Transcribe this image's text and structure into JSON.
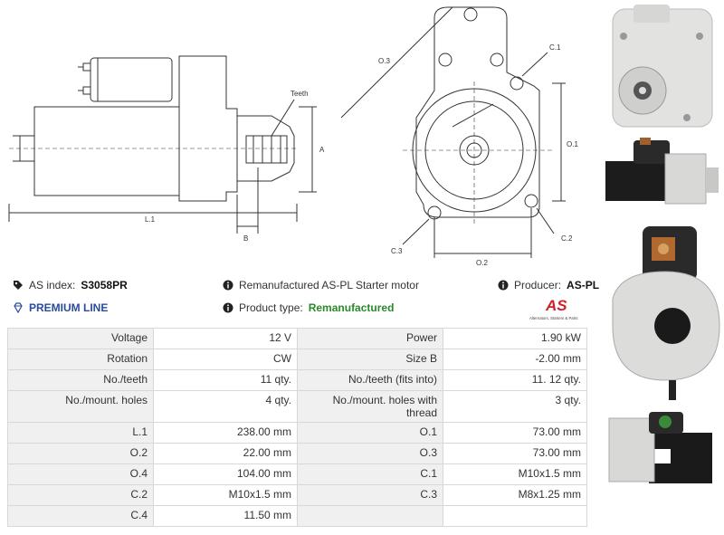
{
  "drawing": {
    "labels": {
      "teeth": "Teeth",
      "a": "A",
      "b": "B",
      "l1": "L.1",
      "o3": "O.3",
      "c1": "C.1",
      "o1": "O.1",
      "c2": "C.2",
      "c3": "C.3",
      "o2": "O.2"
    }
  },
  "info": {
    "as_index_label": "AS index:",
    "as_index_value": "S3058PR",
    "premium": "PREMIUM LINE",
    "description": "Remanufactured AS-PL Starter motor",
    "product_type_label": "Product type:",
    "product_type_value": "Remanufactured",
    "producer_label": "Producer:",
    "producer_value": "AS-PL",
    "logo_text": "AS",
    "logo_sub": "Alternators, Starters & Parts"
  },
  "specs": [
    {
      "l1": "Voltage",
      "v1": "12 V",
      "l2": "Power",
      "v2": "1.90 kW"
    },
    {
      "l1": "Rotation",
      "v1": "CW",
      "l2": "Size B",
      "v2": "-2.00 mm"
    },
    {
      "l1": "No./teeth",
      "v1": "11 qty.",
      "l2": "No./teeth (fits into)",
      "v2": "11. 12 qty."
    },
    {
      "l1": "No./mount. holes",
      "v1": "4 qty.",
      "l2": "No./mount. holes with thread",
      "v2": "3 qty."
    },
    {
      "l1": "L.1",
      "v1": "238.00 mm",
      "l2": "O.1",
      "v2": "73.00 mm"
    },
    {
      "l1": "O.2",
      "v1": "22.00 mm",
      "l2": "O.3",
      "v2": "73.00 mm"
    },
    {
      "l1": "O.4",
      "v1": "104.00 mm",
      "l2": "C.1",
      "v2": "M10x1.5 mm"
    },
    {
      "l1": "C.2",
      "v1": "M10x1.5 mm",
      "l2": "C.3",
      "v2": "M8x1.25 mm"
    },
    {
      "l1": "C.4",
      "v1": "11.50 mm",
      "l2": "",
      "v2": ""
    }
  ]
}
